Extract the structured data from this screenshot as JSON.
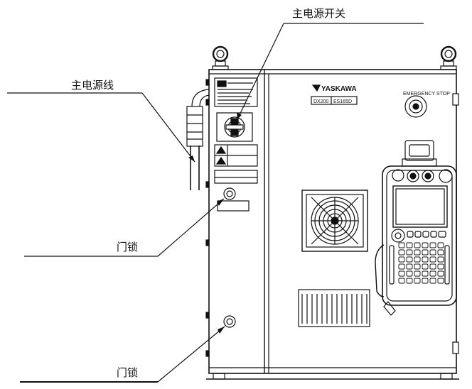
{
  "labels": {
    "main_power_switch": "主电源开关",
    "main_power_cable": "主电源线",
    "door_lock_upper": "门锁",
    "door_lock_lower": "门锁"
  },
  "cabinet": {
    "brand": "YASKAWA",
    "model_left": "DX200",
    "model_right": "ES165D",
    "emergency_stop_text": "EMERGENCY STOP"
  }
}
